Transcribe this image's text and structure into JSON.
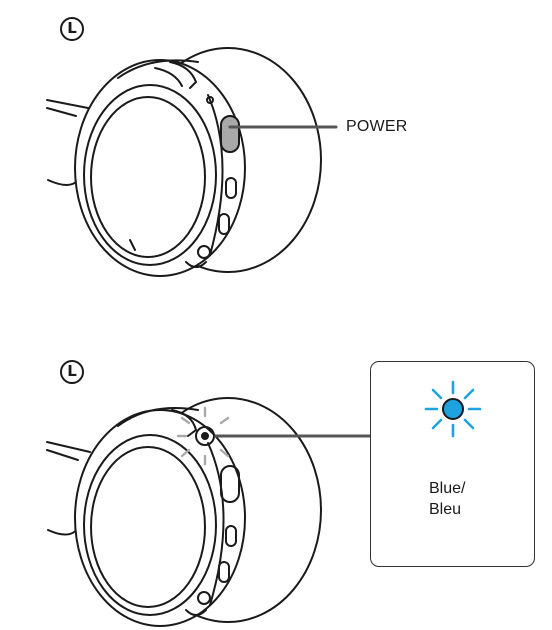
{
  "figure": {
    "side_badge_letter": "L",
    "steps": [
      {
        "callout_label": "POWER"
      },
      {
        "indicator_color_name": "Blue/",
        "indicator_color_name_fr": "Bleu"
      }
    ]
  },
  "colors": {
    "line": "#1a1a1a",
    "leader_line": "#555555",
    "highlight": "#a9a9a9",
    "indicator": "#1fa3e0",
    "indicator_ring": "#1a1a1a"
  },
  "icons": [
    "headphone-earcup-illustration",
    "power-button",
    "indicator-light-icon"
  ]
}
